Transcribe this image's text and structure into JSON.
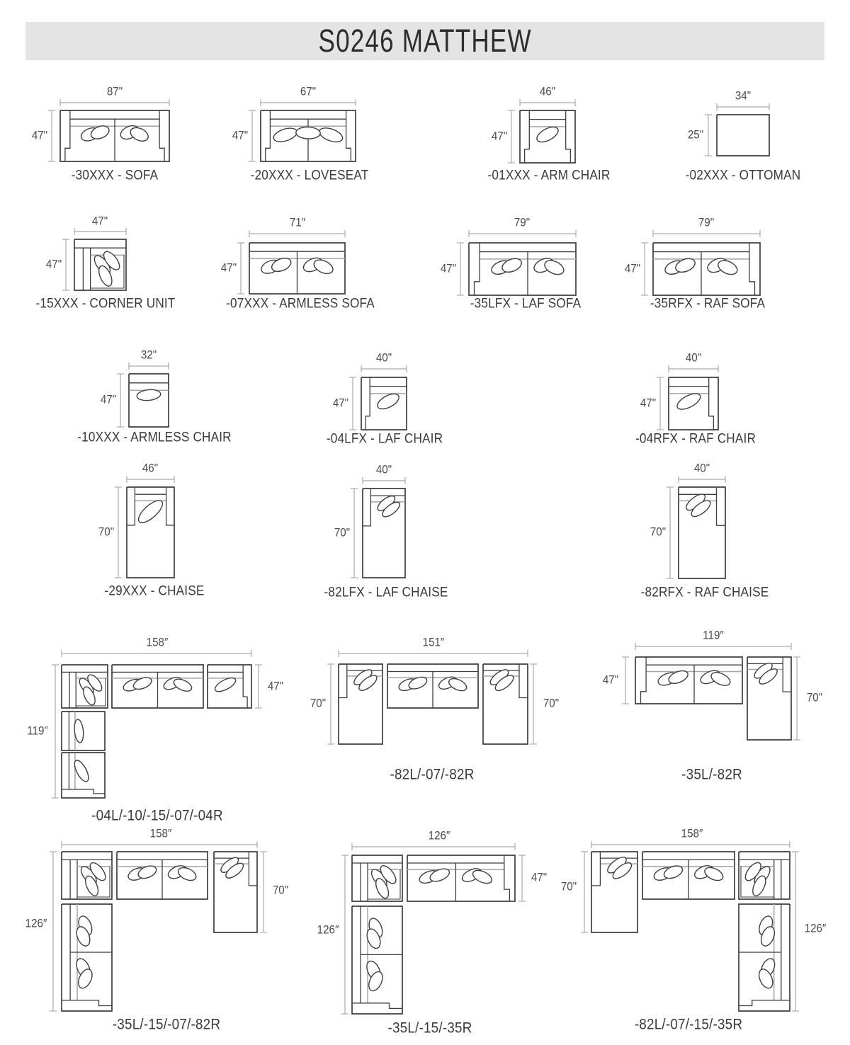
{
  "title": "S0246 MATTHEW",
  "figures": [
    {
      "id": "sofa",
      "label": "-30XXX - SOFA",
      "dims": {
        "top": "87\"",
        "left": "47\""
      }
    },
    {
      "id": "loveseat",
      "label": "-20XXX - LOVESEAT",
      "dims": {
        "top": "67\"",
        "left": "47\""
      }
    },
    {
      "id": "arm-chair",
      "label": "-01XXX - ARM CHAIR",
      "dims": {
        "top": "46\"",
        "left": "47\""
      }
    },
    {
      "id": "ottoman",
      "label": "-02XXX - OTTOMAN",
      "dims": {
        "top": "34\"",
        "left": "25\""
      }
    },
    {
      "id": "corner-unit",
      "label": "-15XXX - CORNER UNIT",
      "dims": {
        "top": "47\"",
        "left": "47\""
      }
    },
    {
      "id": "armless-sofa",
      "label": "-07XXX - ARMLESS SOFA",
      "dims": {
        "top": "71″",
        "left": "47\""
      }
    },
    {
      "id": "laf-sofa",
      "label": "-35LFX - LAF SOFA",
      "dims": {
        "top": "79\"",
        "left": "47\""
      }
    },
    {
      "id": "raf-sofa",
      "label": "-35RFX - RAF SOFA",
      "dims": {
        "top": "79\"",
        "left": "47\""
      }
    },
    {
      "id": "armless-chair",
      "label": "-10XXX - ARMLESS CHAIR",
      "dims": {
        "top": "32\"",
        "left": "47\""
      }
    },
    {
      "id": "laf-chair",
      "label": "-04LFX - LAF CHAIR",
      "dims": {
        "top": "40\"",
        "left": "47\""
      }
    },
    {
      "id": "raf-chair",
      "label": "-04RFX - RAF CHAIR",
      "dims": {
        "top": "40\"",
        "left": "47\""
      }
    },
    {
      "id": "chaise",
      "label": "-29XXX - CHAISE",
      "dims": {
        "top": "46\"",
        "left": "70\""
      }
    },
    {
      "id": "laf-chaise",
      "label": "-82LFX - LAF CHAISE",
      "dims": {
        "top": "40\"",
        "left": "70\""
      }
    },
    {
      "id": "raf-chaise",
      "label": "-82RFX - RAF CHAISE",
      "dims": {
        "top": "40\"",
        "left": "70\""
      }
    },
    {
      "id": "sectional-04l-10-15-07-04r",
      "label": "-04L/-10/-15/-07/-04R",
      "dims": {
        "top": "158″",
        "left": "119\"",
        "right": "47\""
      }
    },
    {
      "id": "sectional-82l-07-82r",
      "label": "-82L/-07/-82R",
      "dims": {
        "top": "151″",
        "left": "70\"",
        "right": "70\""
      }
    },
    {
      "id": "sectional-35l-82r",
      "label": "-35L/-82R",
      "dims": {
        "top": "119″",
        "left": "47\"",
        "right": "70\""
      }
    },
    {
      "id": "sectional-35l-15-07-82r",
      "label": "-35L/-15/-07/-82R",
      "dims": {
        "top": "158″",
        "left": "126″",
        "right": "70\""
      }
    },
    {
      "id": "sectional-35l-15-35r",
      "label": "-35L/-15/-35R",
      "dims": {
        "top": "126″",
        "left": "126″",
        "right": "47\""
      }
    },
    {
      "id": "sectional-82l-07-15-35r",
      "label": "-82L/-07/-15/-35R",
      "dims": {
        "top": "158″",
        "left": "70\"",
        "right": "126″"
      }
    }
  ]
}
